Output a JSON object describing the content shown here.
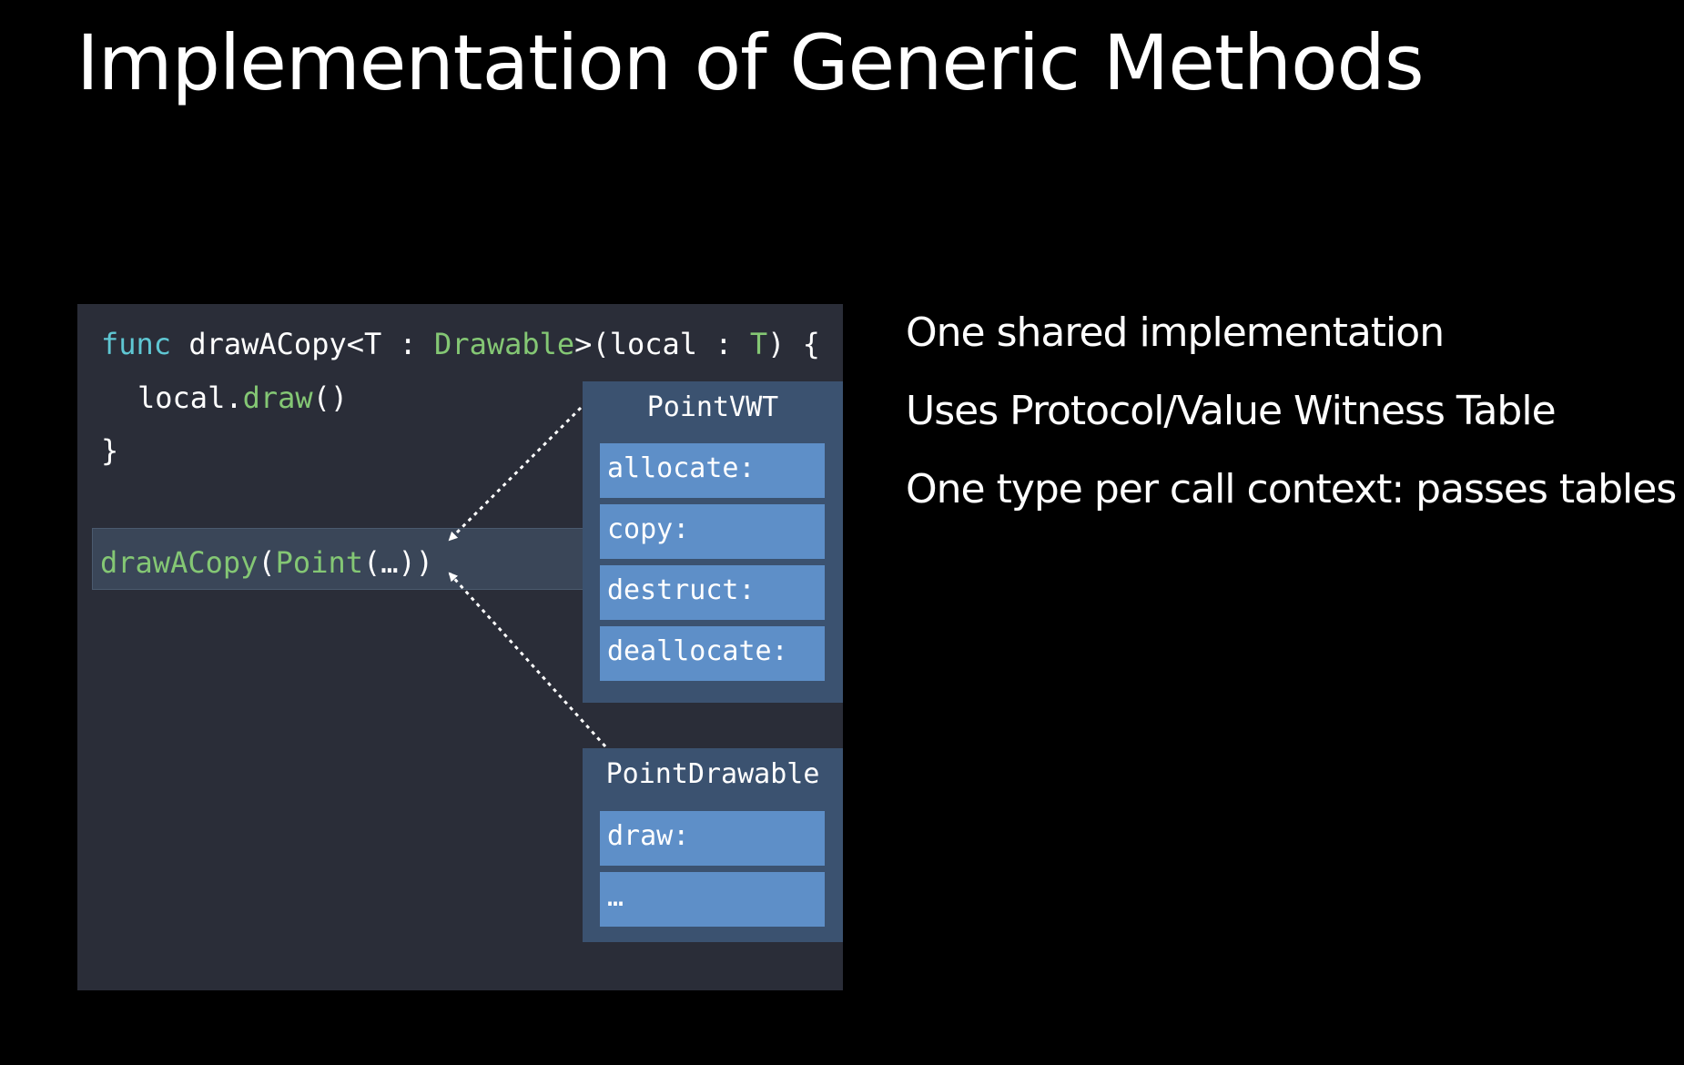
{
  "title": "Implementation of Generic Methods",
  "code": {
    "line1": {
      "keyword": "func",
      "name": "drawACopy<T : ",
      "protocol": "Drawable",
      "params": ">(local : ",
      "type_param": "T",
      "close": ") {"
    },
    "line2": {
      "receiver": "local.",
      "method": "draw",
      "parens": "()"
    },
    "line3": "}",
    "call": {
      "function": "drawACopy",
      "open": "(",
      "argument": "Point",
      "args": "(…))"
    }
  },
  "tables": {
    "value_witness": {
      "title": "PointVWT",
      "entries": [
        "allocate:",
        "copy:",
        "destruct:",
        "deallocate:"
      ]
    },
    "protocol_witness": {
      "title": "PointDrawable",
      "entries": [
        "draw:",
        "…"
      ]
    }
  },
  "bullets": [
    "One shared implementation",
    "Uses Protocol/Value Witness Table",
    "One type per call context: passes tables"
  ],
  "colors": {
    "background": "#000000",
    "code_panel": "#2a2d38",
    "keyword": "#5fc7d3",
    "identifier_green": "#84c774",
    "table_box": "#3b5270",
    "table_cell": "#5e8fc8"
  }
}
